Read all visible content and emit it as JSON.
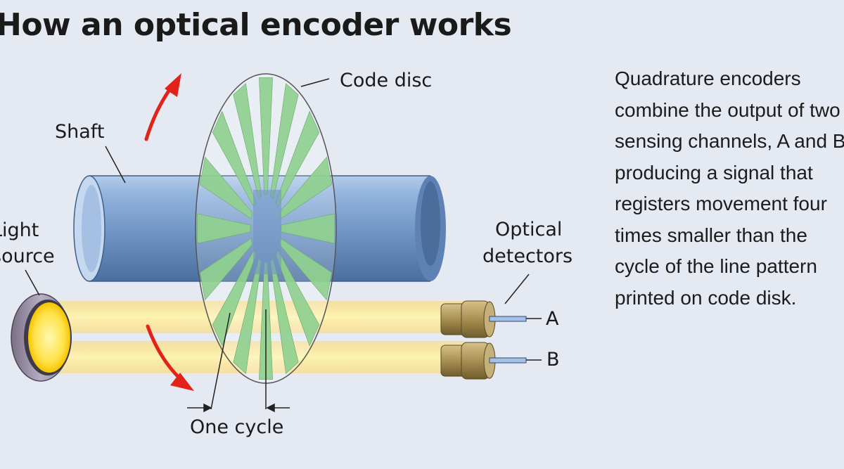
{
  "title": "How an optical encoder works",
  "labels": {
    "code_disc": "Code disc",
    "shaft": "Shaft",
    "light_source_line1": "Light",
    "light_source_line2": "source",
    "optical_detectors_line1": "Optical",
    "optical_detectors_line2": "detectors",
    "channel_a": "A",
    "channel_b": "B",
    "one_cycle": "One cycle"
  },
  "caption": "Quadrature encoders combine the output of two sensing channels, A and B, producing a signal that registers movement four times smaller than the cycle of the line pattern printed on code disk.",
  "colors": {
    "background": "#e4e9f2",
    "shaft": "#6f94c4",
    "disc_segments": "#8fd08f",
    "light_beam": "#ffe77a",
    "rotation_arrow": "#e2231a",
    "detector": "#b09a62"
  },
  "icons": [
    "rotation-arrow-icon",
    "light-source-icon",
    "detector-icon"
  ]
}
